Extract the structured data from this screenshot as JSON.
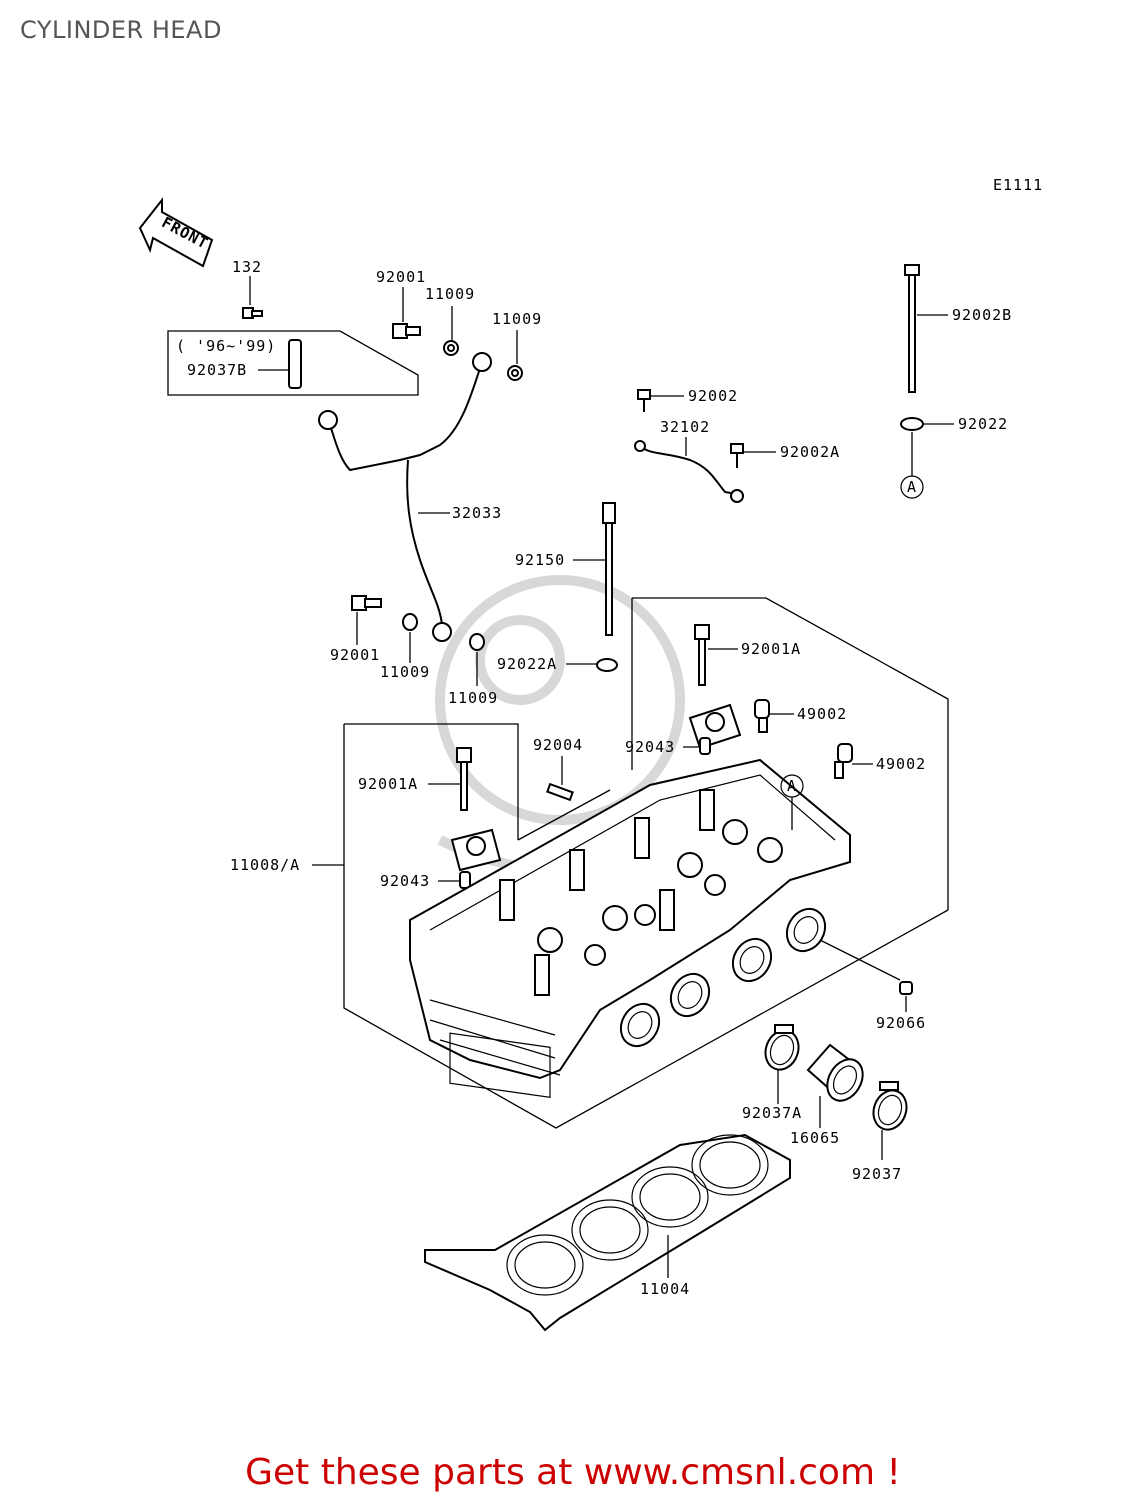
{
  "title": "CYLINDER HEAD",
  "diagram_code": "E1111",
  "front_label": "FRONT",
  "year_note": "( '96~'99)",
  "footer": "Get these parts at www.cmsnl.com !",
  "colors": {
    "footer": "#cc0000",
    "title": "#555555",
    "lines": "#000000"
  },
  "part_labels": {
    "p132": "132",
    "p92001_top": "92001",
    "p11009_a": "11009",
    "p11009_b": "11009",
    "p92037b": "92037B",
    "p32033": "32033",
    "p92001_mid": "92001",
    "p11009_c": "11009",
    "p11009_d": "11009",
    "p92002": "92002",
    "p32102": "32102",
    "p92002a": "92002A",
    "p92002b": "92002B",
    "p92022": "92022",
    "ref_a": "A",
    "ref_a2": "A",
    "p92150": "92150",
    "p92022a": "92022A",
    "p92001a_r": "92001A",
    "p49002_a": "49002",
    "p49002_b": "49002",
    "p92004": "92004",
    "p92043_a": "92043",
    "p92001a_l": "92001A",
    "p11008": "11008/A",
    "p92043_b": "92043",
    "p92066": "92066",
    "p92037a": "92037A",
    "p16065": "16065",
    "p92037": "92037",
    "p11004": "11004"
  }
}
